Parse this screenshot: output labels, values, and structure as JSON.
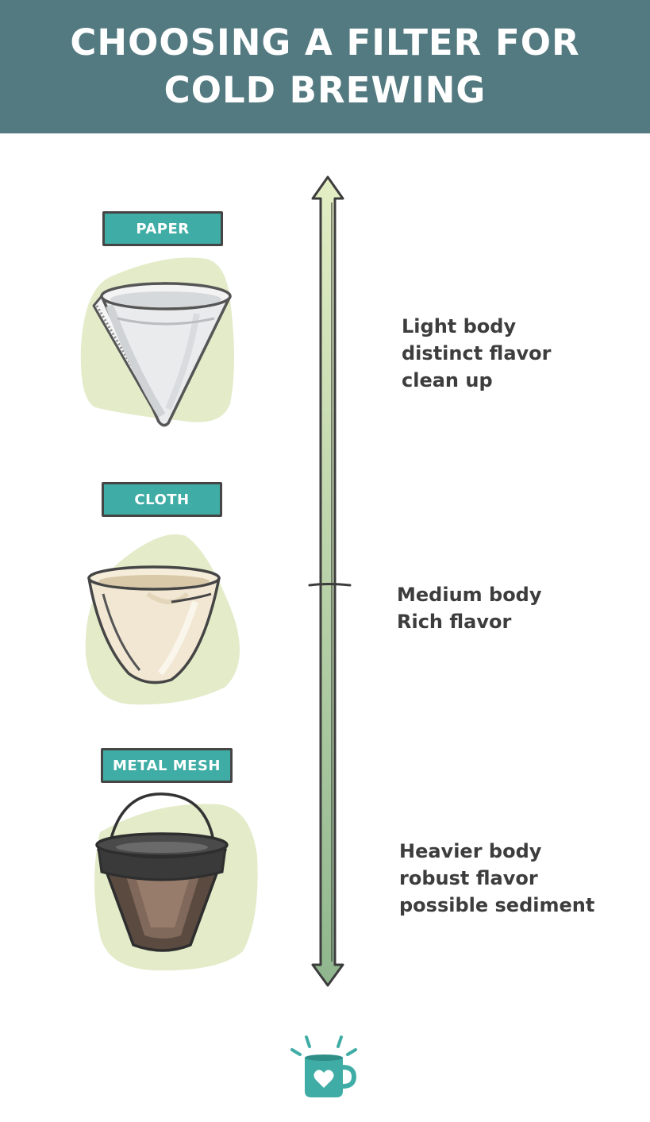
{
  "header": {
    "title_line1": "CHOOSING A FILTER FOR",
    "title_line2": "COLD BREWING"
  },
  "filters": [
    {
      "label": "PAPER",
      "icon": "paper-filter-icon",
      "description": [
        "Light body",
        "distinct flavor",
        "clean up"
      ]
    },
    {
      "label": "CLOTH",
      "icon": "cloth-filter-icon",
      "description": [
        "Medium body",
        "Rich flavor"
      ]
    },
    {
      "label": "METAL MESH",
      "icon": "metal-mesh-filter-icon",
      "description": [
        "Heavier body",
        "robust flavor",
        "possible sediment"
      ]
    }
  ],
  "colors": {
    "header_bg": "#537a80",
    "label_bg": "#3fada5",
    "blob": "#e3ebc9",
    "arrow_top": "#dceabd",
    "arrow_bottom": "#95bb93",
    "text": "#3d3d3d",
    "logo": "#3fada5"
  },
  "logo": {
    "icon": "heart-mug-icon"
  }
}
